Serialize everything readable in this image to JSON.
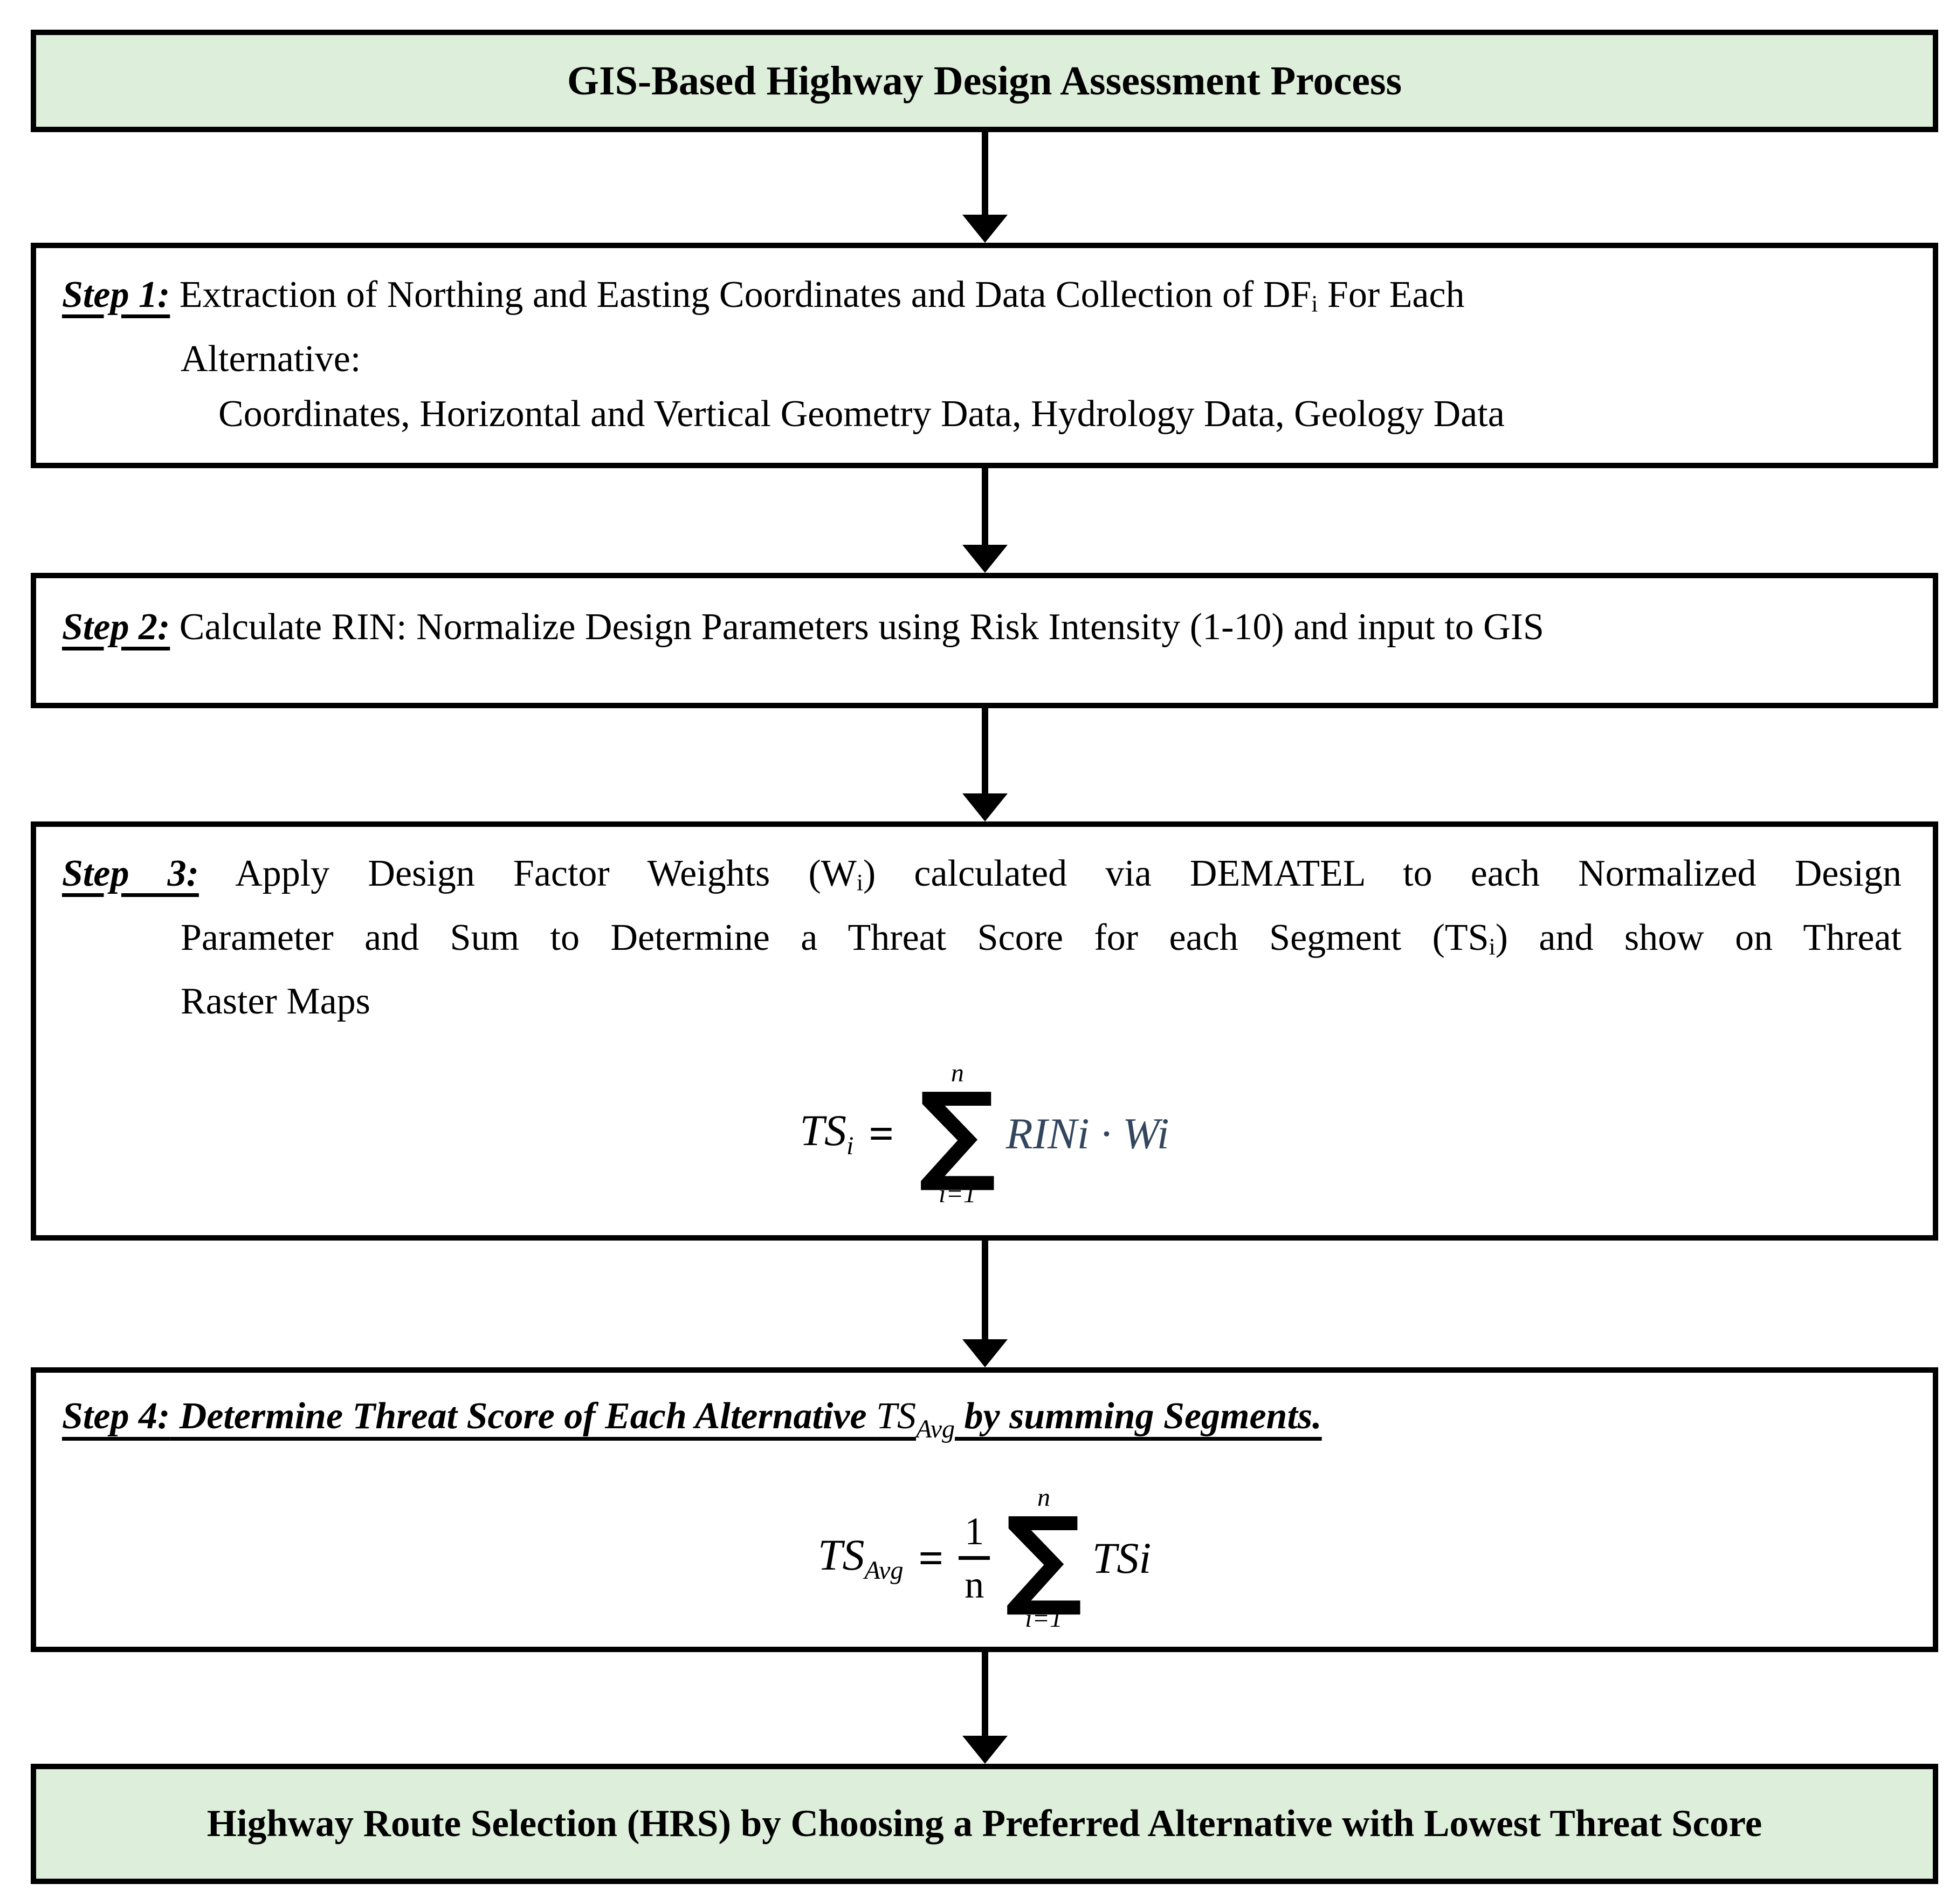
{
  "colors": {
    "box_fill_green": "#ddeeda",
    "border_black": "#000000",
    "formula_blue": "#33465e"
  },
  "title": {
    "text": "GIS-Based Highway Design Assessment Process"
  },
  "step1": {
    "label": "Step 1:",
    "l1a": " Extraction of Northing and Easting Coordinates and Data Collection of DF",
    "l1sub": "i",
    "l1b": " For Each",
    "l2": "Alternative:",
    "l3": "Coordinates, Horizontal and Vertical Geometry Data, Hydrology Data, Geology Data"
  },
  "step2": {
    "label": "Step 2:",
    "text": " Calculate RIN: Normalize Design Parameters using Risk Intensity (1-10) and input to GIS"
  },
  "step3": {
    "label": "Step 3:",
    "l1a": " Apply Design Factor Weights (W",
    "l1sub": "i",
    "l1b": ") calculated via DEMATEL to each Normalized Design",
    "l2a": "Parameter and Sum to Determine a Threat Score for each Segment (TS",
    "l2sub": "i",
    "l2b": ") and show on Threat",
    "l3": "Raster Maps",
    "formula": {
      "lhs": "TS",
      "lhs_sub": "i",
      "equals": "=",
      "sum_upper": "n",
      "sigma": "∑",
      "sum_lower": "i=1",
      "rhs": "RINi · Wi"
    }
  },
  "step4": {
    "label": "Step 4:",
    "ta": " Determine Threat Score of Each Alternative ",
    "math": "TS",
    "math_sub": "Avg",
    "tb": " by summing Segments.",
    "formula": {
      "lhs": "TS",
      "lhs_sub": "Avg",
      "equals": "=",
      "frac_num": "1",
      "frac_den": "n",
      "sum_upper": "n",
      "sigma": "∑",
      "sum_lower": "i=1",
      "rhs": "TSi"
    }
  },
  "final": {
    "text": "Highway Route Selection (HRS) by Choosing a Preferred Alternative with Lowest Threat Score"
  }
}
